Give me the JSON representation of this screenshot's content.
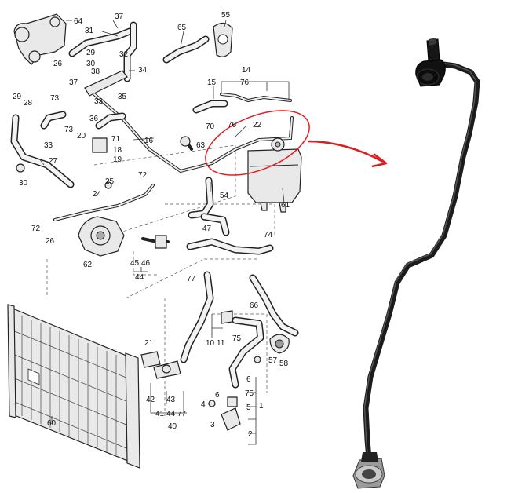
{
  "diagram": {
    "part_numbers": [
      "64",
      "37",
      "31",
      "55",
      "65",
      "26",
      "29",
      "32",
      "30",
      "34",
      "37",
      "38",
      "33",
      "35",
      "14",
      "76",
      "15",
      "29",
      "28",
      "73",
      "36",
      "73",
      "70",
      "76",
      "22",
      "20",
      "71",
      "16",
      "33",
      "63",
      "18",
      "19",
      "27",
      "72",
      "30",
      "25",
      "24",
      "54",
      "72",
      "26",
      "61",
      "47",
      "62",
      "74",
      "45",
      "46",
      "44",
      "77",
      "66",
      "21",
      "10",
      "11",
      "75",
      "43",
      "57",
      "58",
      "60",
      "42",
      "41",
      "44",
      "77",
      "40",
      "6",
      "75",
      "4",
      "3",
      "5",
      "1",
      "6",
      "2"
    ],
    "highlight_color": "#e02020",
    "arrow_color": "#d81e1e",
    "photo_hose_color": "#1c1c1c"
  }
}
